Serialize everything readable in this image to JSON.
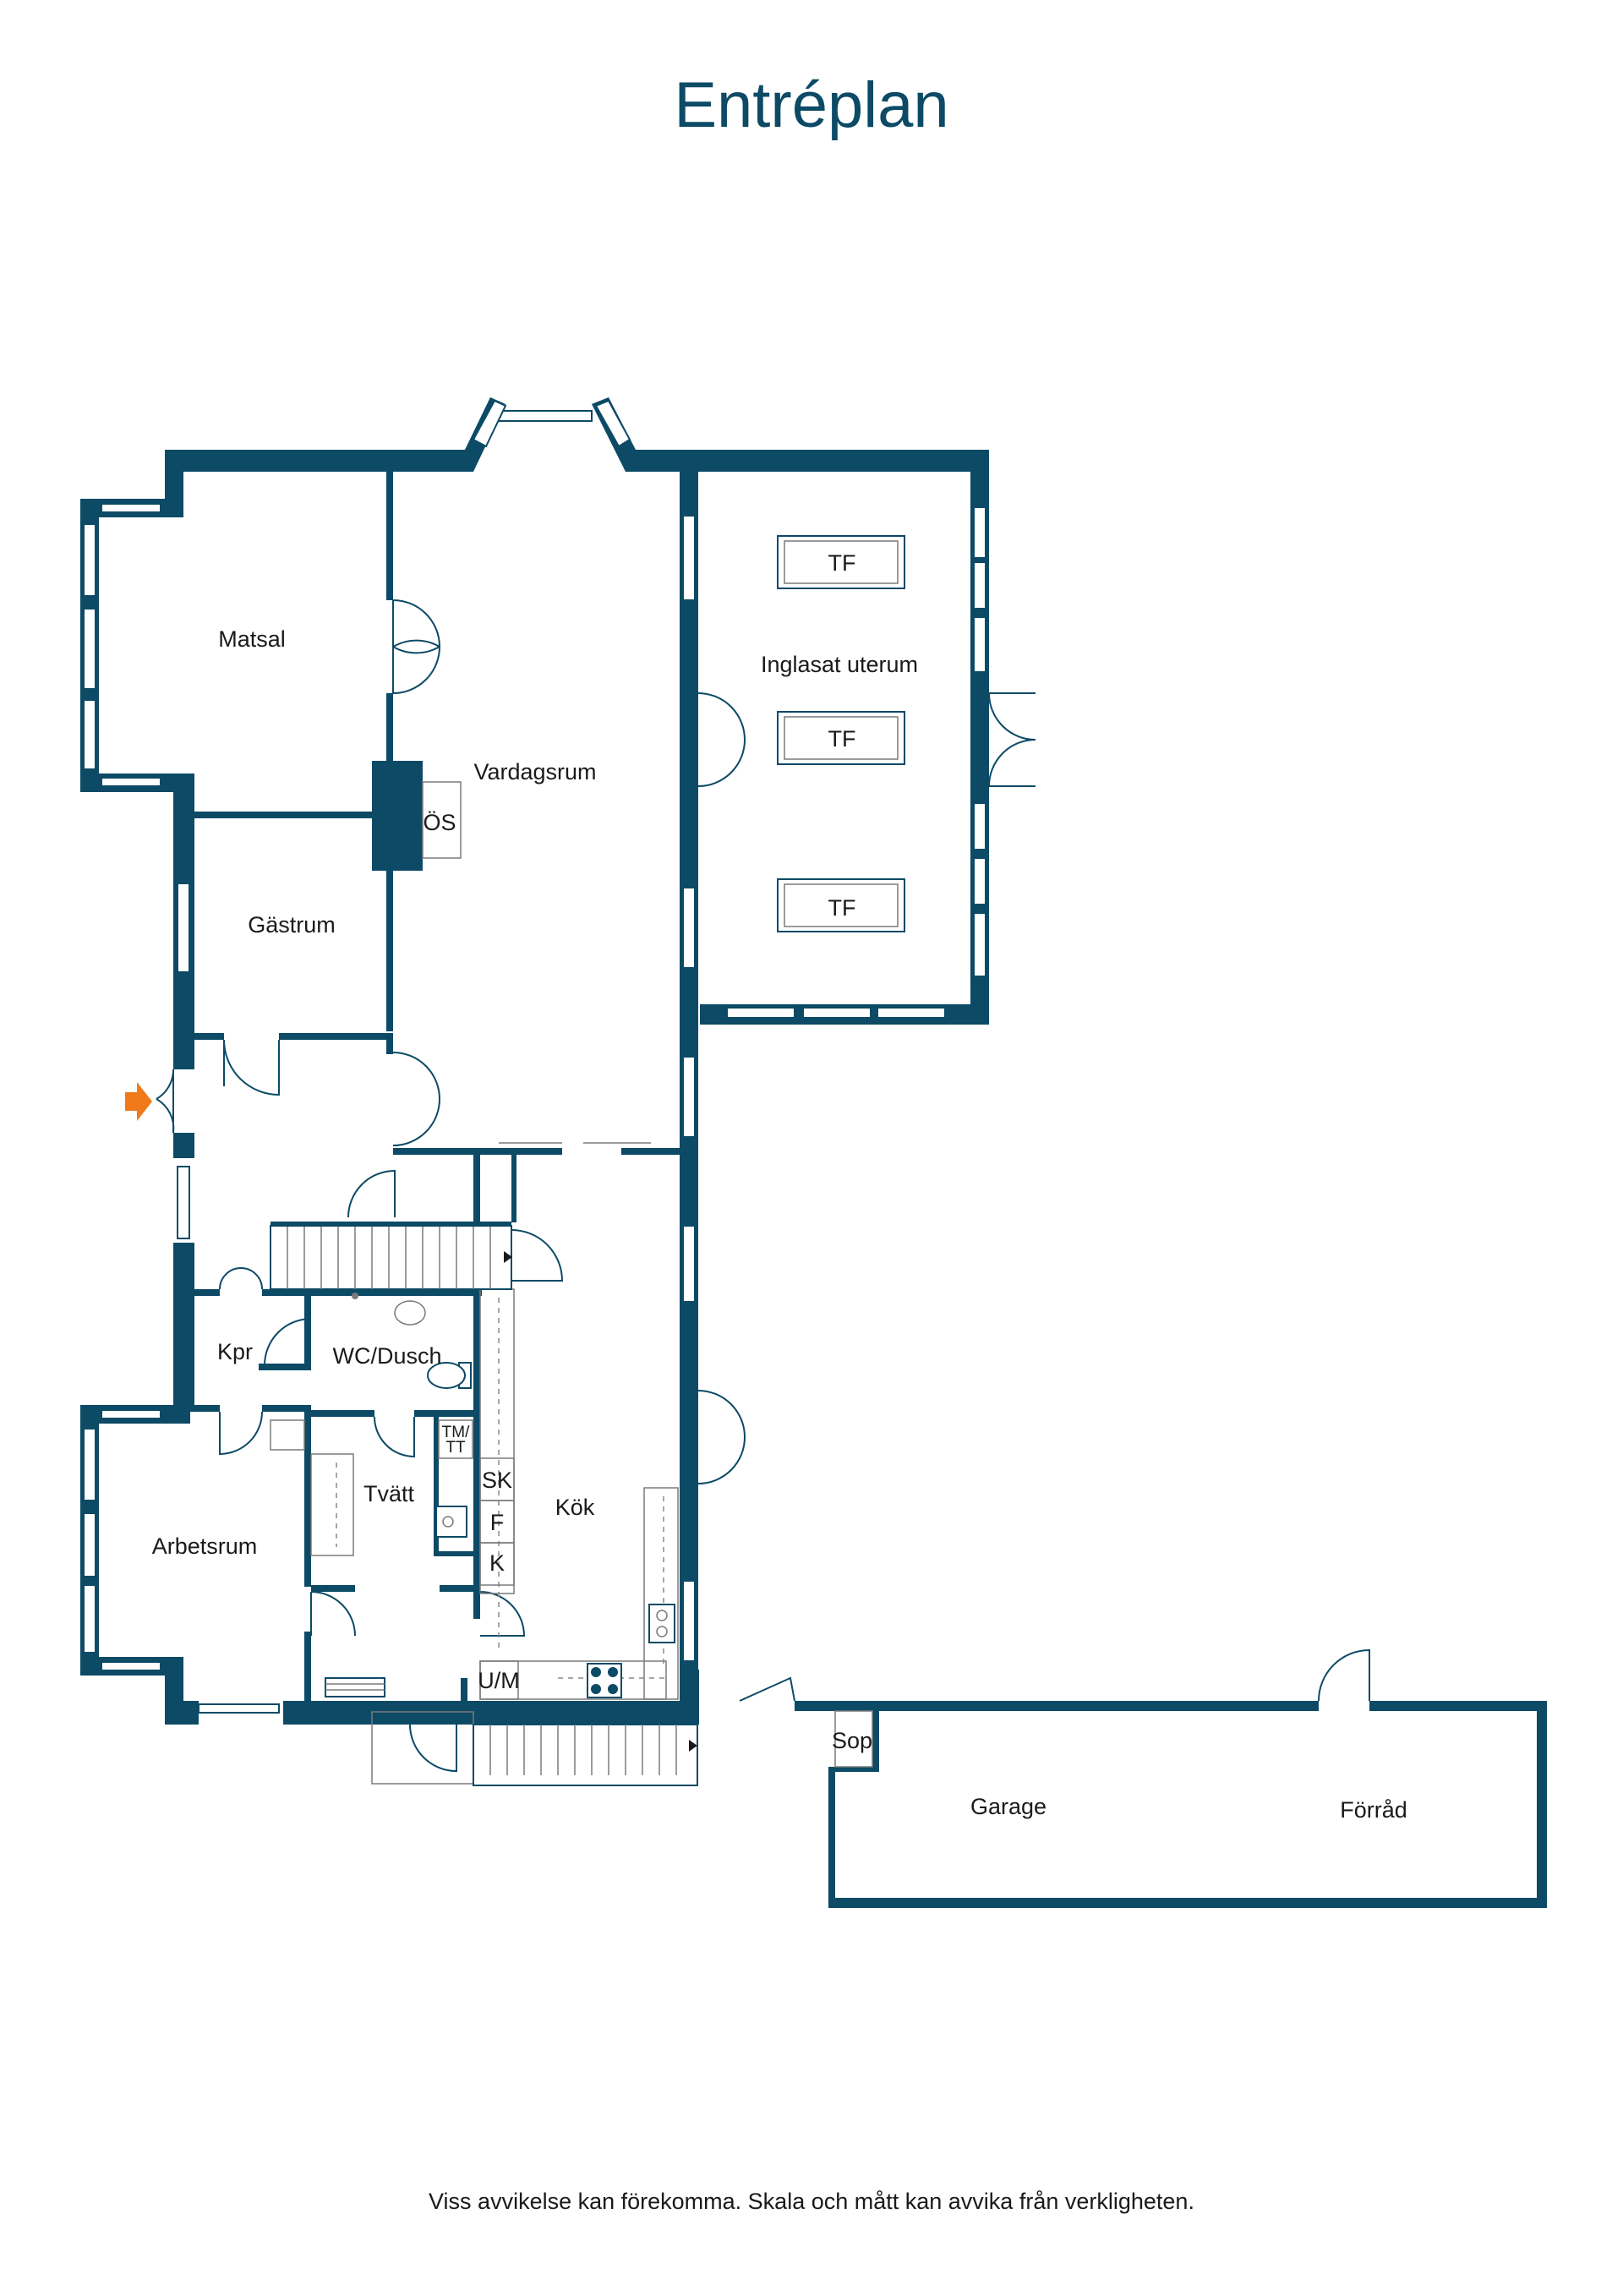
{
  "title": "Entréplan",
  "footer": "Viss avvikelse kan förekomma. Skala och mått kan avvika från verkligheten.",
  "rooms": {
    "matsal": "Matsal",
    "vardagsrum": "Vardagsrum",
    "inglasat": "Inglasat uterum",
    "gastrum": "Gästrum",
    "kpr": "Kpr",
    "wc": "WC/Dusch",
    "tvatt": "Tvätt",
    "kok": "Kök",
    "arbetsrum": "Arbetsrum",
    "garage": "Garage",
    "forrad": "Förråd",
    "sop": "Sop"
  },
  "fixtures": {
    "os": "ÖS",
    "tf1": "TF",
    "tf2": "TF",
    "tf3": "TF",
    "sk": "SK",
    "f": "F",
    "k": "K",
    "um": "U/M",
    "tmtt_top": "TM/",
    "tmtt_bottom": "TT"
  },
  "colors": {
    "walls": "#0c4a66",
    "entrance_marker": "#f07a1a"
  }
}
